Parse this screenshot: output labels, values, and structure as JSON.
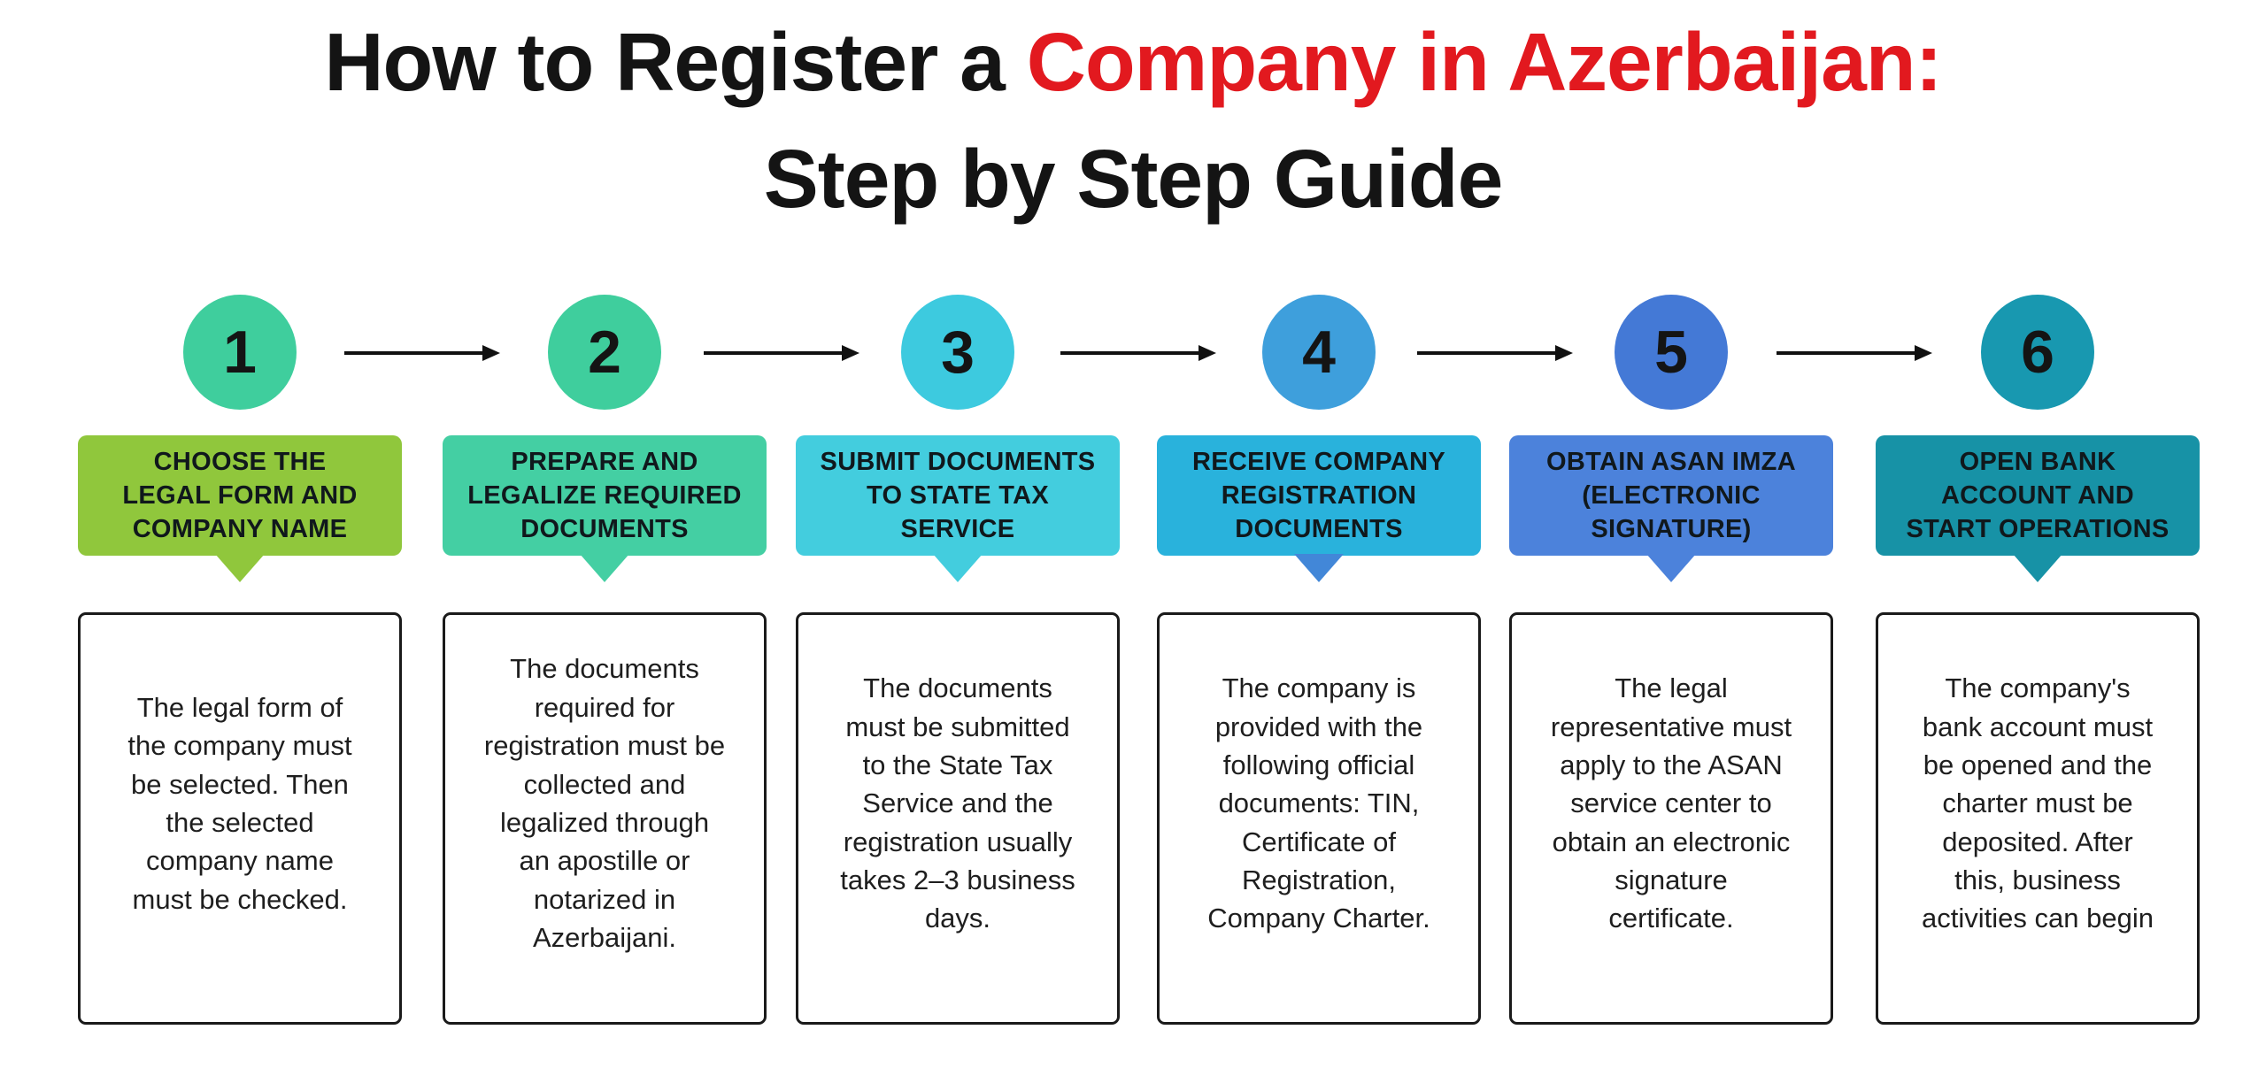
{
  "title": {
    "line1_black": "How to Register a ",
    "line1_red": "Company in Azerbaijan:",
    "line2": "Step by Step Guide"
  },
  "colors": {
    "title_red": "#E2191F",
    "arrow": "#111111",
    "text": "#1E1E1E",
    "box_border": "#1A1A1A"
  },
  "steps": [
    {
      "number": "1",
      "label_lines": [
        "CHOOSE THE",
        "LEGAL FORM AND",
        "COMPANY NAME"
      ],
      "description": "The legal form of the company must be selected. Then the selected company name must be checked.",
      "circle_color": "#3FCE9D",
      "label_bg": "#90C73C",
      "pointer_color": "#90C73C"
    },
    {
      "number": "2",
      "label_lines": [
        "PREPARE AND",
        "LEGALIZE REQUIRED",
        "DOCUMENTS"
      ],
      "description": "The documents required for registration must be collected and legalized through an apostille or notarized in Azerbaijani.",
      "circle_color": "#3FCE9D",
      "label_bg": "#44CFA3",
      "pointer_color": "#44CFA3"
    },
    {
      "number": "3",
      "label_lines": [
        "SUBMIT DOCUMENTS",
        "TO STATE TAX",
        "SERVICE"
      ],
      "description": "The documents must be submitted to the State Tax Service and the registration usually takes 2–3 business days.",
      "circle_color": "#3DCADF",
      "label_bg": "#43CDDE",
      "pointer_color": "#43CDDE"
    },
    {
      "number": "4",
      "label_lines": [
        "RECEIVE COMPANY",
        "REGISTRATION",
        "DOCUMENTS"
      ],
      "description": "The company is provided with the following official documents: TIN, Certificate of Registration, Company Charter.",
      "circle_color": "#3E9FDC",
      "label_bg": "#29B2DC",
      "pointer_color": "#4287D8"
    },
    {
      "number": "5",
      "label_lines": [
        "OBTAIN ASAN IMZA",
        "(ELECTRONIC",
        "SIGNATURE)"
      ],
      "description": "The legal representative must apply to the ASAN service center to obtain an electronic signature certificate.",
      "circle_color": "#4479D6",
      "label_bg": "#4C82DB",
      "pointer_color": "#4C82DB"
    },
    {
      "number": "6",
      "label_lines": [
        "OPEN BANK",
        "ACCOUNT AND",
        "START OPERATIONS"
      ],
      "description": "The company's bank account must be opened and the charter must be deposited. After this, business activities can begin",
      "circle_color": "#1898B0",
      "label_bg": "#1792A6",
      "pointer_color": "#1792A6"
    }
  ]
}
